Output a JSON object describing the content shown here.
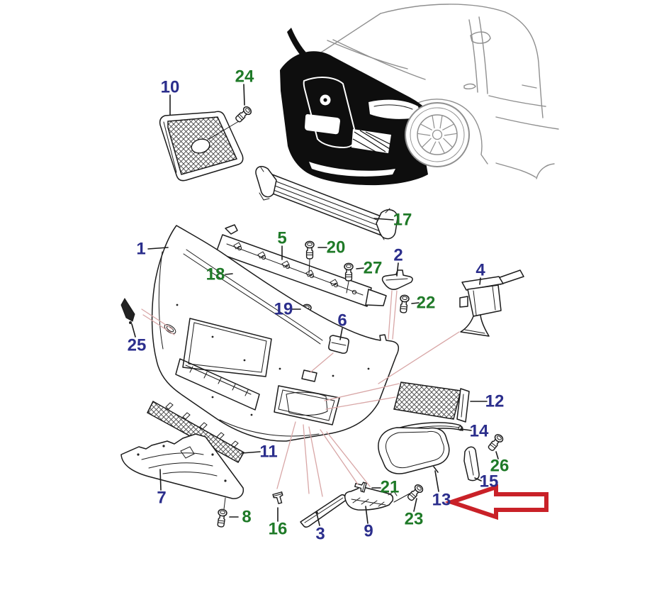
{
  "diagram": {
    "kind": "exploded-parts-diagram",
    "subject": "front-bumper-assembly",
    "background": "#ffffff"
  },
  "colors": {
    "callout_blue": "#2b2e8c",
    "callout_green": "#1f7a28",
    "line_black": "#1b1b1b",
    "car_outline_gray": "#8f8f8f",
    "bumper_highlight_black": "#0e0e0e",
    "leader_pink": "#d8a6a6",
    "arrow_red": "#c92128"
  },
  "highlight_arrow": {
    "shape": "left-pointing-outline-arrow",
    "points_to_callout": "13",
    "color": "#c92128"
  },
  "callouts": [
    {
      "num": "1",
      "color": "#2b2e8c"
    },
    {
      "num": "2",
      "color": "#2b2e8c"
    },
    {
      "num": "3",
      "color": "#2b2e8c"
    },
    {
      "num": "4",
      "color": "#2b2e8c"
    },
    {
      "num": "5",
      "color": "#1f7a28"
    },
    {
      "num": "6",
      "color": "#2b2e8c"
    },
    {
      "num": "7",
      "color": "#2b2e8c"
    },
    {
      "num": "8",
      "color": "#1f7a28"
    },
    {
      "num": "9",
      "color": "#2b2e8c"
    },
    {
      "num": "10",
      "color": "#2b2e8c"
    },
    {
      "num": "11",
      "color": "#2b2e8c"
    },
    {
      "num": "12",
      "color": "#2b2e8c"
    },
    {
      "num": "13",
      "color": "#2b2e8c"
    },
    {
      "num": "14",
      "color": "#2b2e8c"
    },
    {
      "num": "15",
      "color": "#2b2e8c"
    },
    {
      "num": "16",
      "color": "#1f7a28"
    },
    {
      "num": "17",
      "color": "#1f7a28"
    },
    {
      "num": "18",
      "color": "#1f7a28"
    },
    {
      "num": "19",
      "color": "#2b2e8c"
    },
    {
      "num": "20",
      "color": "#1f7a28"
    },
    {
      "num": "21",
      "color": "#1f7a28"
    },
    {
      "num": "22",
      "color": "#1f7a28"
    },
    {
      "num": "23",
      "color": "#1f7a28"
    },
    {
      "num": "24",
      "color": "#1f7a28"
    },
    {
      "num": "25",
      "color": "#2b2e8c"
    },
    {
      "num": "26",
      "color": "#1f7a28"
    },
    {
      "num": "27",
      "color": "#1f7a28"
    }
  ]
}
